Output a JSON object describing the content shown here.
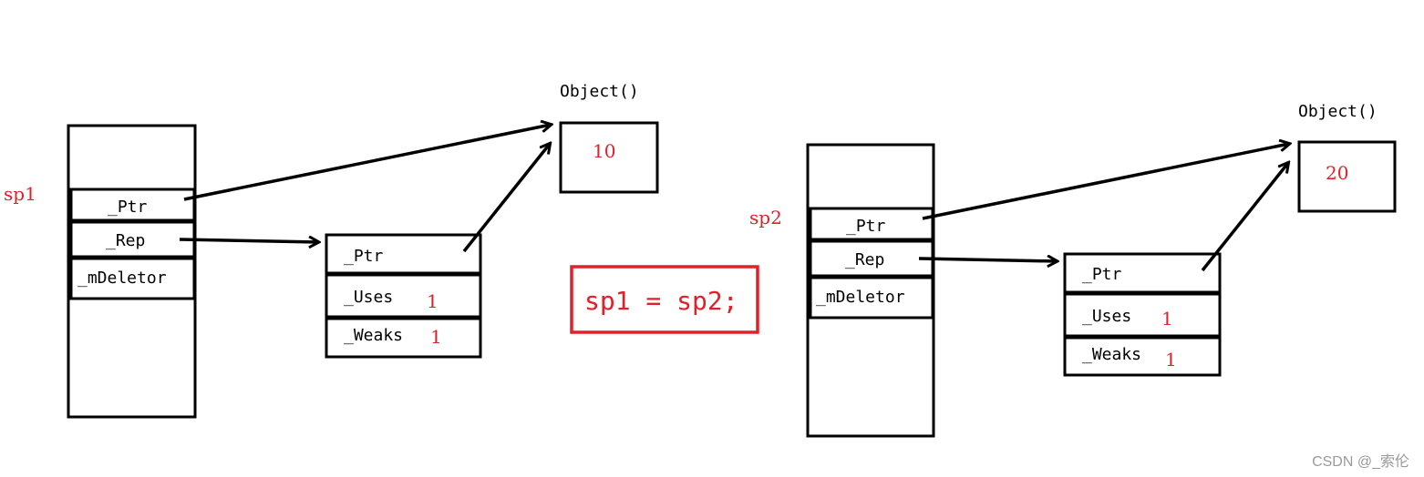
{
  "colors": {
    "ink": "#000000",
    "accent": "#e0202a",
    "watermark": "#9a9a9a",
    "background": "#ffffff"
  },
  "left": {
    "var_name": "sp1",
    "fields": [
      "_Ptr",
      "_Rep",
      "_mDeletor"
    ],
    "object_label": "Object()",
    "object_value": "10",
    "ref_fields": [
      "_Ptr",
      "_Uses",
      "_Weaks"
    ],
    "uses_count": "1",
    "weaks_count": "1"
  },
  "right": {
    "var_name": "sp2",
    "fields": [
      "_Ptr",
      "_Rep",
      "_mDeletor"
    ],
    "object_label": "Object()",
    "object_value": "20",
    "ref_fields": [
      "_Ptr",
      "_Uses",
      "_Weaks"
    ],
    "uses_count": "1",
    "weaks_count": "1"
  },
  "statement": "sp1 = sp2;",
  "watermark": "CSDN @_索伦"
}
